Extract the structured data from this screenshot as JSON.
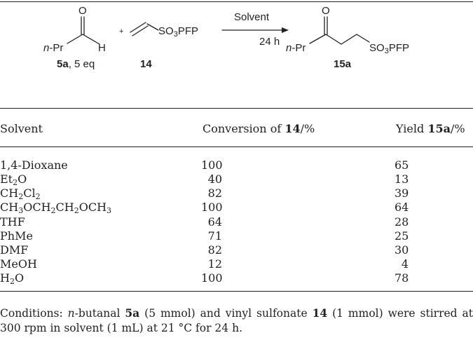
{
  "scheme": {
    "aldehyde_o": "O",
    "aldehyde_h": "H",
    "aldehyde_r_italic": "n",
    "aldehyde_r_rest": "-Pr",
    "aldehyde_caption_bold": "5a",
    "aldehyde_caption_rest": ", 5 eq",
    "plus": "+",
    "vinyl_group_main": "SO",
    "vinyl_group_sub": "3",
    "vinyl_group_tail": "PFP",
    "vinyl_caption": "14",
    "arrow_top": "Solvent",
    "arrow_bottom": "24 h",
    "product_o": "O",
    "product_r_italic": "n",
    "product_r_rest": "-Pr",
    "product_group_main": "SO",
    "product_group_sub": "3",
    "product_group_tail": "PFP",
    "product_caption": "15a"
  },
  "table": {
    "header_solvent": "Solvent",
    "header_conv_pre": "Conversion of ",
    "header_conv_bold": "14",
    "header_conv_post": "/%",
    "header_yield_pre": "Yield ",
    "header_yield_bold": "15a",
    "header_yield_post": "/%",
    "rows": [
      {
        "solvent": "1,4-Dioxane",
        "conversion": "100",
        "yield": "65"
      },
      {
        "solvent": "Et2O",
        "conversion": "40",
        "yield": "13"
      },
      {
        "solvent": "CH2Cl2",
        "conversion": "82",
        "yield": "39"
      },
      {
        "solvent": "CH3OCH2CH2OCH3",
        "conversion": "100",
        "yield": "64"
      },
      {
        "solvent": "THF",
        "conversion": "64",
        "yield": "28"
      },
      {
        "solvent": "PhMe",
        "conversion": "71",
        "yield": "25"
      },
      {
        "solvent": "DMF",
        "conversion": "82",
        "yield": "30"
      },
      {
        "solvent": "MeOH",
        "conversion": "12",
        "yield": "4"
      },
      {
        "solvent": "H2O",
        "conversion": "100",
        "yield": "78"
      }
    ]
  },
  "footnote": {
    "t1": "Conditions: ",
    "t2": "n",
    "t3": "-butanal ",
    "t4": "5a",
    "t5": " (5 mmol) and vinyl sulfonate ",
    "t6": "14",
    "t7": " (1 mmol) were stirred at 300 rpm in solvent (1 mL) at 21 °C for 24 h."
  }
}
